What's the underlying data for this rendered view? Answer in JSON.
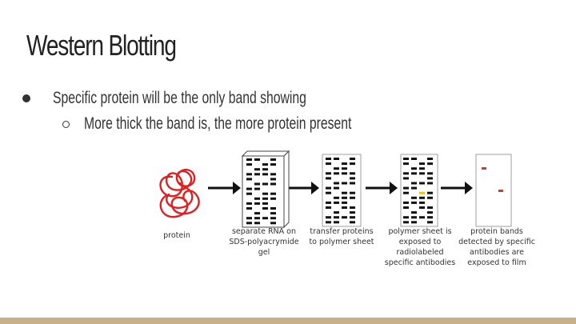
{
  "slide": {
    "title": "Western Blotting",
    "bullets": [
      {
        "level": 1,
        "text": "Specific protein will be the only band showing"
      },
      {
        "level": 2,
        "text": "More thick the band is, the more protein present"
      }
    ]
  },
  "figure": {
    "captions": {
      "protein": "protein",
      "separate": "separate RNA on\nSDS-polyacrymide\ngel",
      "transfer": "transfer proteins\nto polymer sheet",
      "polymer": "polymer sheet is\nexposed to\nradiolabeled\nspecific antibodies",
      "bands": "protein bands\ndetected by specific\nantibodies are\nexposed to film"
    },
    "colors": {
      "protein_scribble": "#e02020",
      "band": "#111111",
      "highlight_band": "#e8c020",
      "detected_band": "#e03030"
    }
  },
  "theme": {
    "accent_bar": "#c8b08a"
  }
}
